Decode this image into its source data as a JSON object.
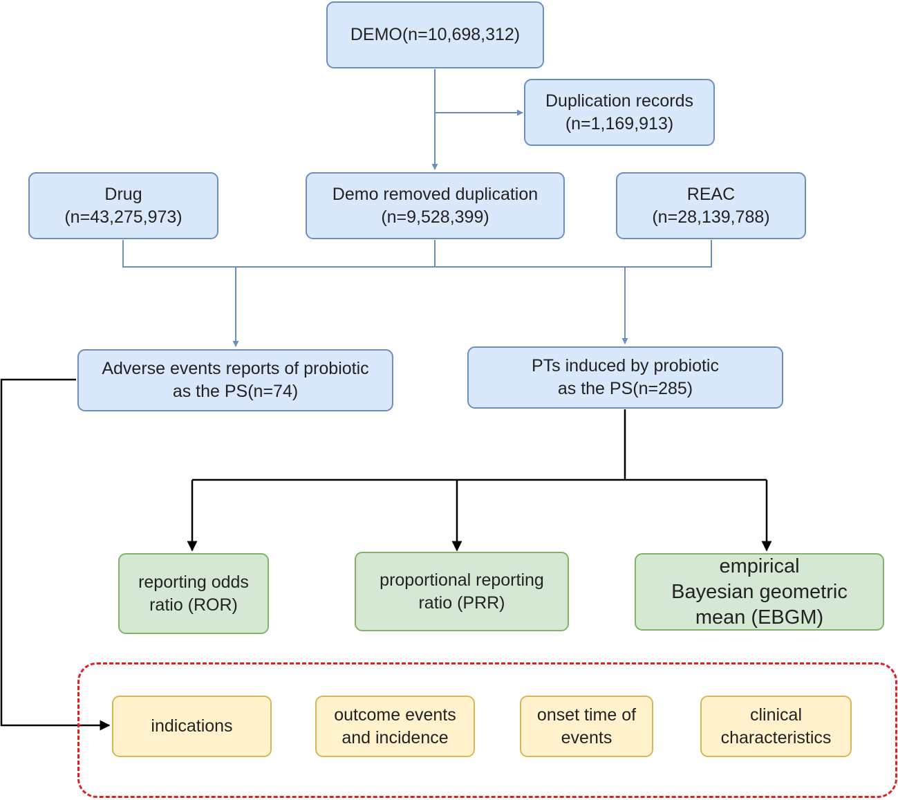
{
  "nodes": {
    "demo": {
      "lines": [
        "DEMO(n=10,698,312)"
      ]
    },
    "duplication": {
      "lines": [
        "Duplication records",
        "(n=1,169,913)"
      ]
    },
    "drug": {
      "lines": [
        "Drug",
        "(n=43,275,973)"
      ]
    },
    "demo_removed": {
      "lines": [
        "Demo removed duplication",
        "(n=9,528,399)"
      ]
    },
    "reac": {
      "lines": [
        "REAC",
        "(n=28,139,788)"
      ]
    },
    "adverse_events": {
      "lines": [
        "Adverse events reports of probiotic",
        "as the PS(n=74)"
      ]
    },
    "pts_induced": {
      "lines": [
        "PTs induced by probiotic",
        "as the PS(n=285)"
      ]
    },
    "ror": {
      "lines": [
        "reporting odds",
        "ratio (ROR)"
      ]
    },
    "prr": {
      "lines": [
        "proportional reporting",
        "ratio (PRR)"
      ]
    },
    "ebgm": {
      "lines": [
        "empirical",
        "Bayesian geometric",
        "mean (EBGM)"
      ]
    },
    "indications": {
      "lines": [
        "indications"
      ]
    },
    "outcome_events": {
      "lines": [
        "outcome events",
        "and incidence"
      ]
    },
    "onset_time": {
      "lines": [
        "onset time of",
        "events"
      ]
    },
    "clinical": {
      "lines": [
        "clinical",
        "characteristics"
      ]
    }
  },
  "colors": {
    "blue_fill": "#dae8fc",
    "blue_stroke": "#6c8ebf",
    "green_fill": "#d5e8d4",
    "green_stroke": "#82b366",
    "yellow_fill": "#fff2cc",
    "yellow_stroke": "#d6b656",
    "dashed_border": "#e02020",
    "black_connector": "#000000"
  }
}
